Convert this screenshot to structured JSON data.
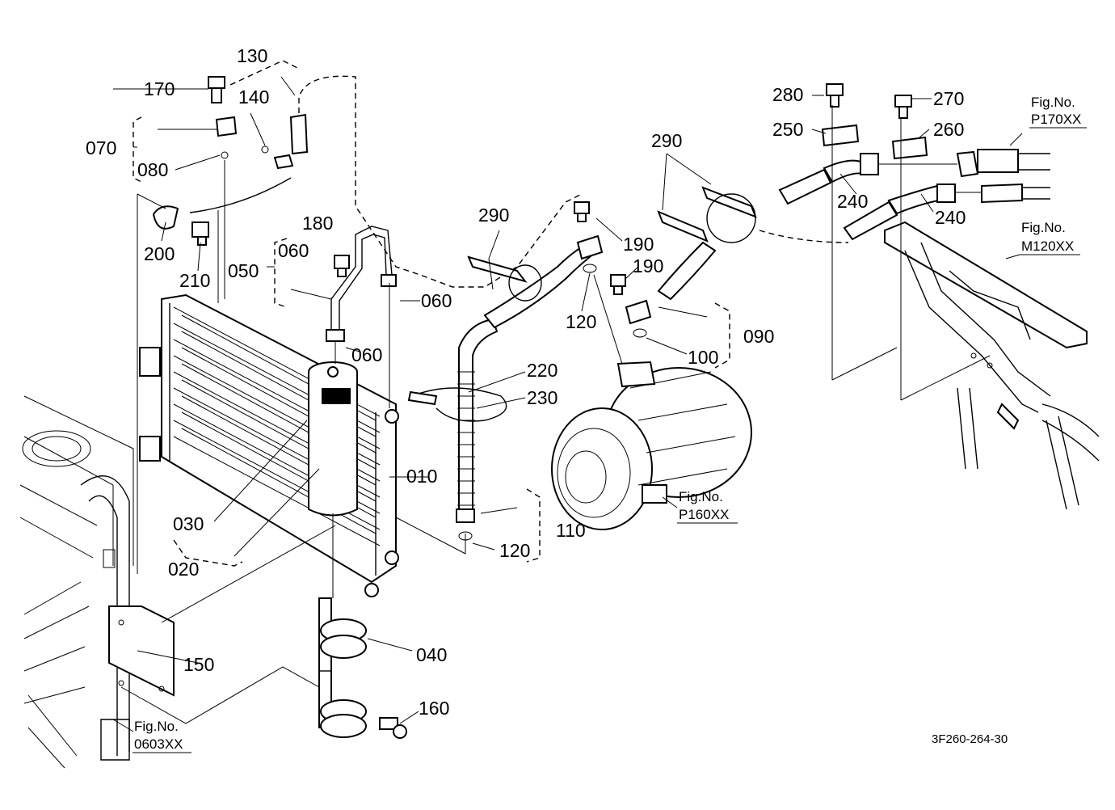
{
  "diagram": {
    "labels": {
      "p010": "010",
      "p020": "020",
      "p030": "030",
      "p040": "040",
      "p050": "050",
      "p060a": "060",
      "p060b": "060",
      "p060c": "060",
      "p070": "070",
      "p080": "080",
      "p090": "090",
      "p100": "100",
      "p110": "110",
      "p120a": "120",
      "p120b": "120",
      "p130": "130",
      "p140": "140",
      "p150": "150",
      "p160": "160",
      "p170": "170",
      "p180": "180",
      "p190a": "190",
      "p190b": "190",
      "p200": "200",
      "p210": "210",
      "p220": "220",
      "p230": "230",
      "p240a": "240",
      "p240b": "240",
      "p250": "250",
      "p260": "260",
      "p270": "270",
      "p280": "280",
      "p290a": "290",
      "p290b": "290"
    },
    "figure_refs": [
      {
        "title": "Fig.No.",
        "code": "P170XX"
      },
      {
        "title": "Fig.No.",
        "code": "M120XX"
      },
      {
        "title": "Fig.No.",
        "code": "P160XX"
      },
      {
        "title": "Fig.No.",
        "code": "0603XX"
      }
    ],
    "drawing_code": "3F260-264-30"
  }
}
